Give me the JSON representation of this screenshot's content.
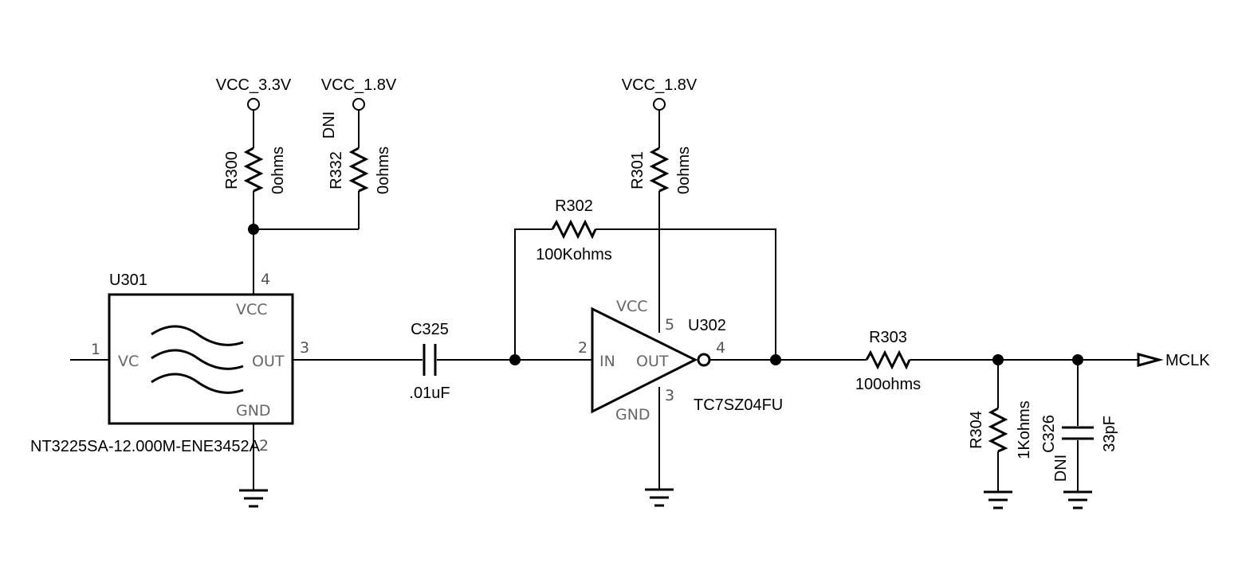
{
  "power": {
    "vcc33": "VCC_3.3V",
    "vcc18_a": "VCC_1.8V",
    "vcc18_b": "VCC_1.8V"
  },
  "components": {
    "r300": {
      "ref": "R300",
      "value": "0ohms"
    },
    "r332": {
      "ref": "R332",
      "value": "0ohms",
      "note": "DNI"
    },
    "r301": {
      "ref": "R301",
      "value": "0ohms"
    },
    "r302": {
      "ref": "R302",
      "value": "100Kohms"
    },
    "r303": {
      "ref": "R303",
      "value": "100ohms"
    },
    "r304": {
      "ref": "R304",
      "value": "1Kohms"
    },
    "c325": {
      "ref": "C325",
      "value": ".01uF"
    },
    "c326": {
      "ref": "C326",
      "value": "33pF",
      "note": "DNI"
    },
    "u301": {
      "ref": "U301",
      "part": "NT3225SA-12.000M-ENE3452A",
      "pins": {
        "vc": "VC",
        "vcc": "VCC",
        "out": "OUT",
        "gnd": "GND"
      },
      "pin_numbers": {
        "vc": "1",
        "gnd": "2",
        "out": "3",
        "vcc": "4"
      }
    },
    "u302": {
      "ref": "U302",
      "part": "TC7SZ04FU",
      "pins": {
        "vcc": "VCC",
        "in": "IN",
        "out": "OUT",
        "gnd": "GND"
      },
      "pin_numbers": {
        "in": "2",
        "gnd": "3",
        "out": "4",
        "vcc": "5"
      }
    }
  },
  "net_labels": {
    "mclk": "MCLK"
  },
  "colors": {
    "ink": "#000000",
    "pin_text": "#666666"
  }
}
